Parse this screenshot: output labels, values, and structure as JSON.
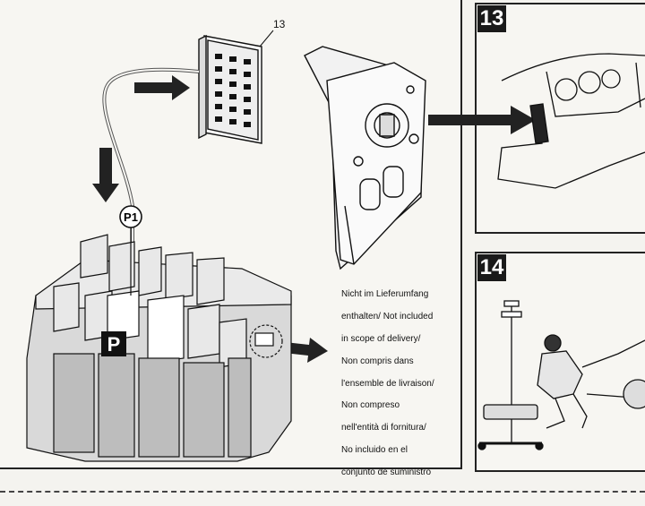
{
  "callouts": {
    "part_number": "13"
  },
  "fuse_box": {
    "connector_label": "P1",
    "relay_label": "P"
  },
  "steps": [
    {
      "number": "13"
    },
    {
      "number": "14"
    }
  ],
  "note": {
    "lines": [
      "Nicht im Lieferumfang",
      "enthalten/ Not included",
      "in scope of delivery/",
      "Non compris dans",
      "l'ensemble de livraison/",
      "Non compreso",
      "nell'entità di fornitura/",
      "No incluido en el",
      "conjunto de suministro"
    ]
  }
}
